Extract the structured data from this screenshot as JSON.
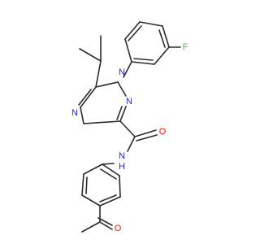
{
  "atoms": {
    "n1": "N",
    "n2": "N",
    "n4": "N",
    "f": "F",
    "nh": "N",
    "h": "H",
    "o_amide": "O",
    "o_acetyl": "O"
  },
  "colors": {
    "bond": "#2b2b2b",
    "nitrogen": "#2020ff",
    "oxygen": "#ff0d0d",
    "fluorine": "#5ab04a"
  }
}
